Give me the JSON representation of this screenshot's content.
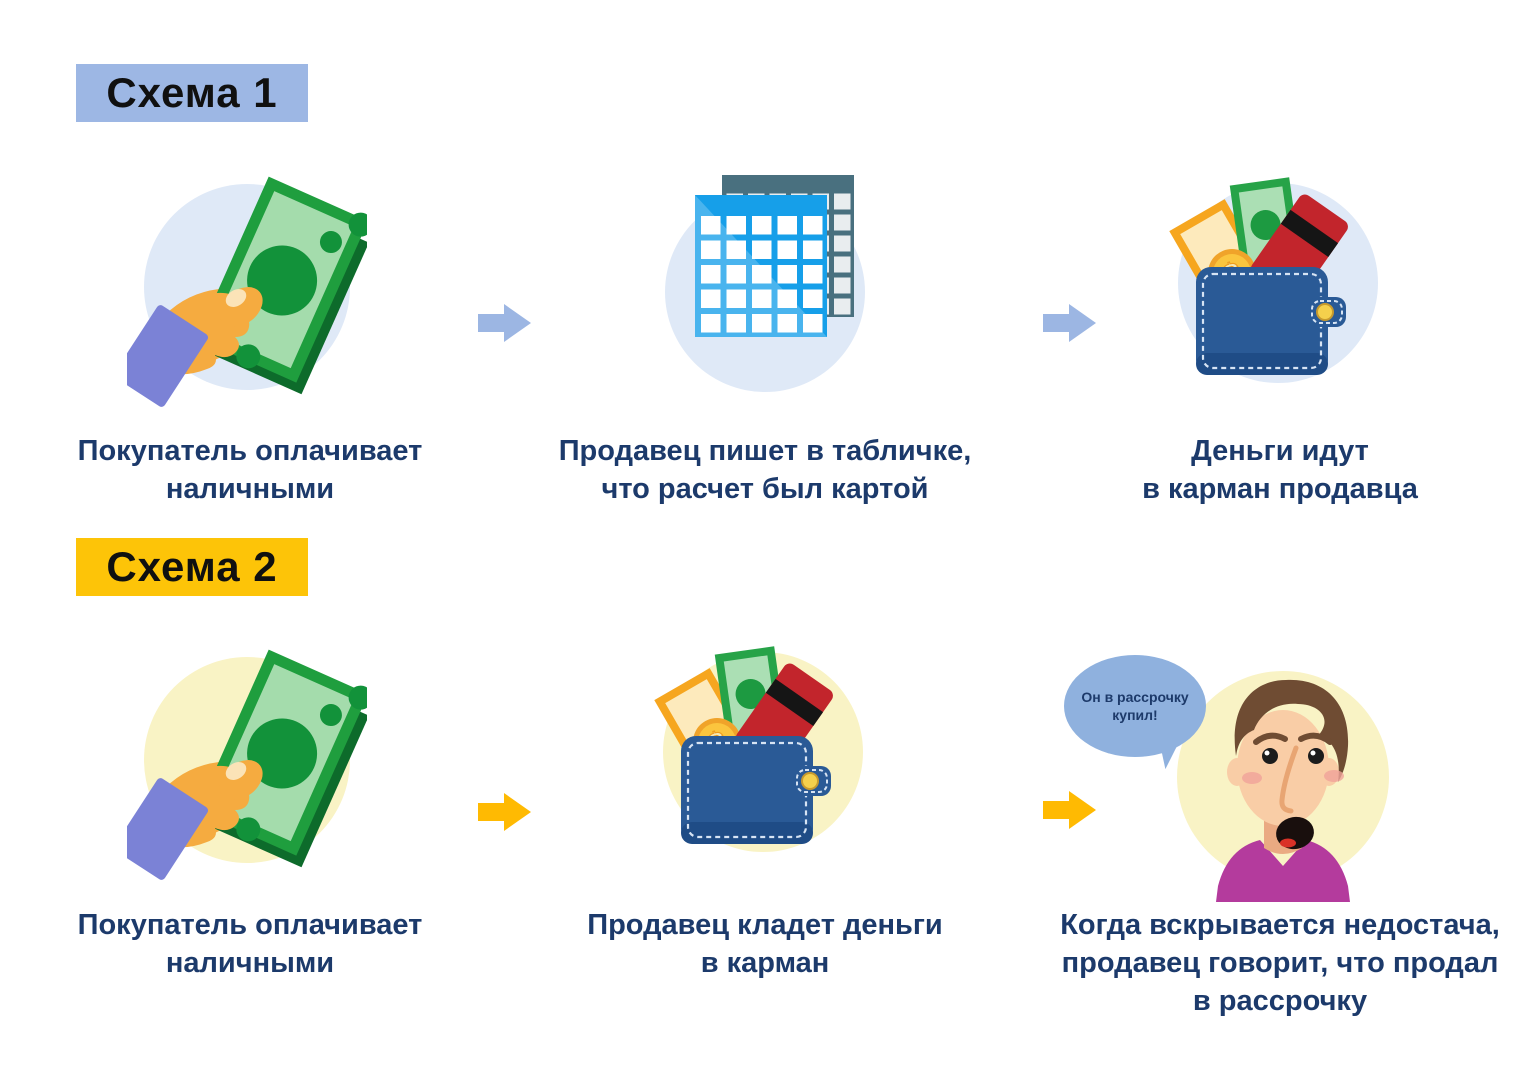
{
  "scheme1": {
    "label": "Схема 1",
    "badge_color": "#9db7e4",
    "arrow_color": "#9cb6e3",
    "circle_color": "#dfe9f7",
    "caption_color": "#1c3a6b",
    "steps": [
      {
        "icon": "hand-paying-cash-icon",
        "caption": "Покупатель оплачивает\nналичными"
      },
      {
        "icon": "spreadsheet-icon",
        "caption": "Продавец пишет в табличке,\nчто расчет был картой"
      },
      {
        "icon": "wallet-with-money-icon",
        "caption": "Деньги идут\nв карман продавца"
      }
    ]
  },
  "scheme2": {
    "label": "Схема 2",
    "badge_color": "#fdc408",
    "arrow_color": "#ffba02",
    "circle_color": "#f9f3c5",
    "caption_color": "#1c3a6b",
    "speech_bubble": {
      "text": "Он в рассрочку\nкупил!",
      "color": "#8fb1de"
    },
    "steps": [
      {
        "icon": "hand-paying-cash-icon",
        "caption": "Покупатель оплачивает\nналичными"
      },
      {
        "icon": "wallet-with-money-icon",
        "caption": "Продавец кладет деньги\nв карман"
      },
      {
        "icon": "shocked-seller-icon",
        "caption": "Когда вскрывается недостача,\nпродавец говорит, что продал\nв рассрочку"
      }
    ]
  }
}
